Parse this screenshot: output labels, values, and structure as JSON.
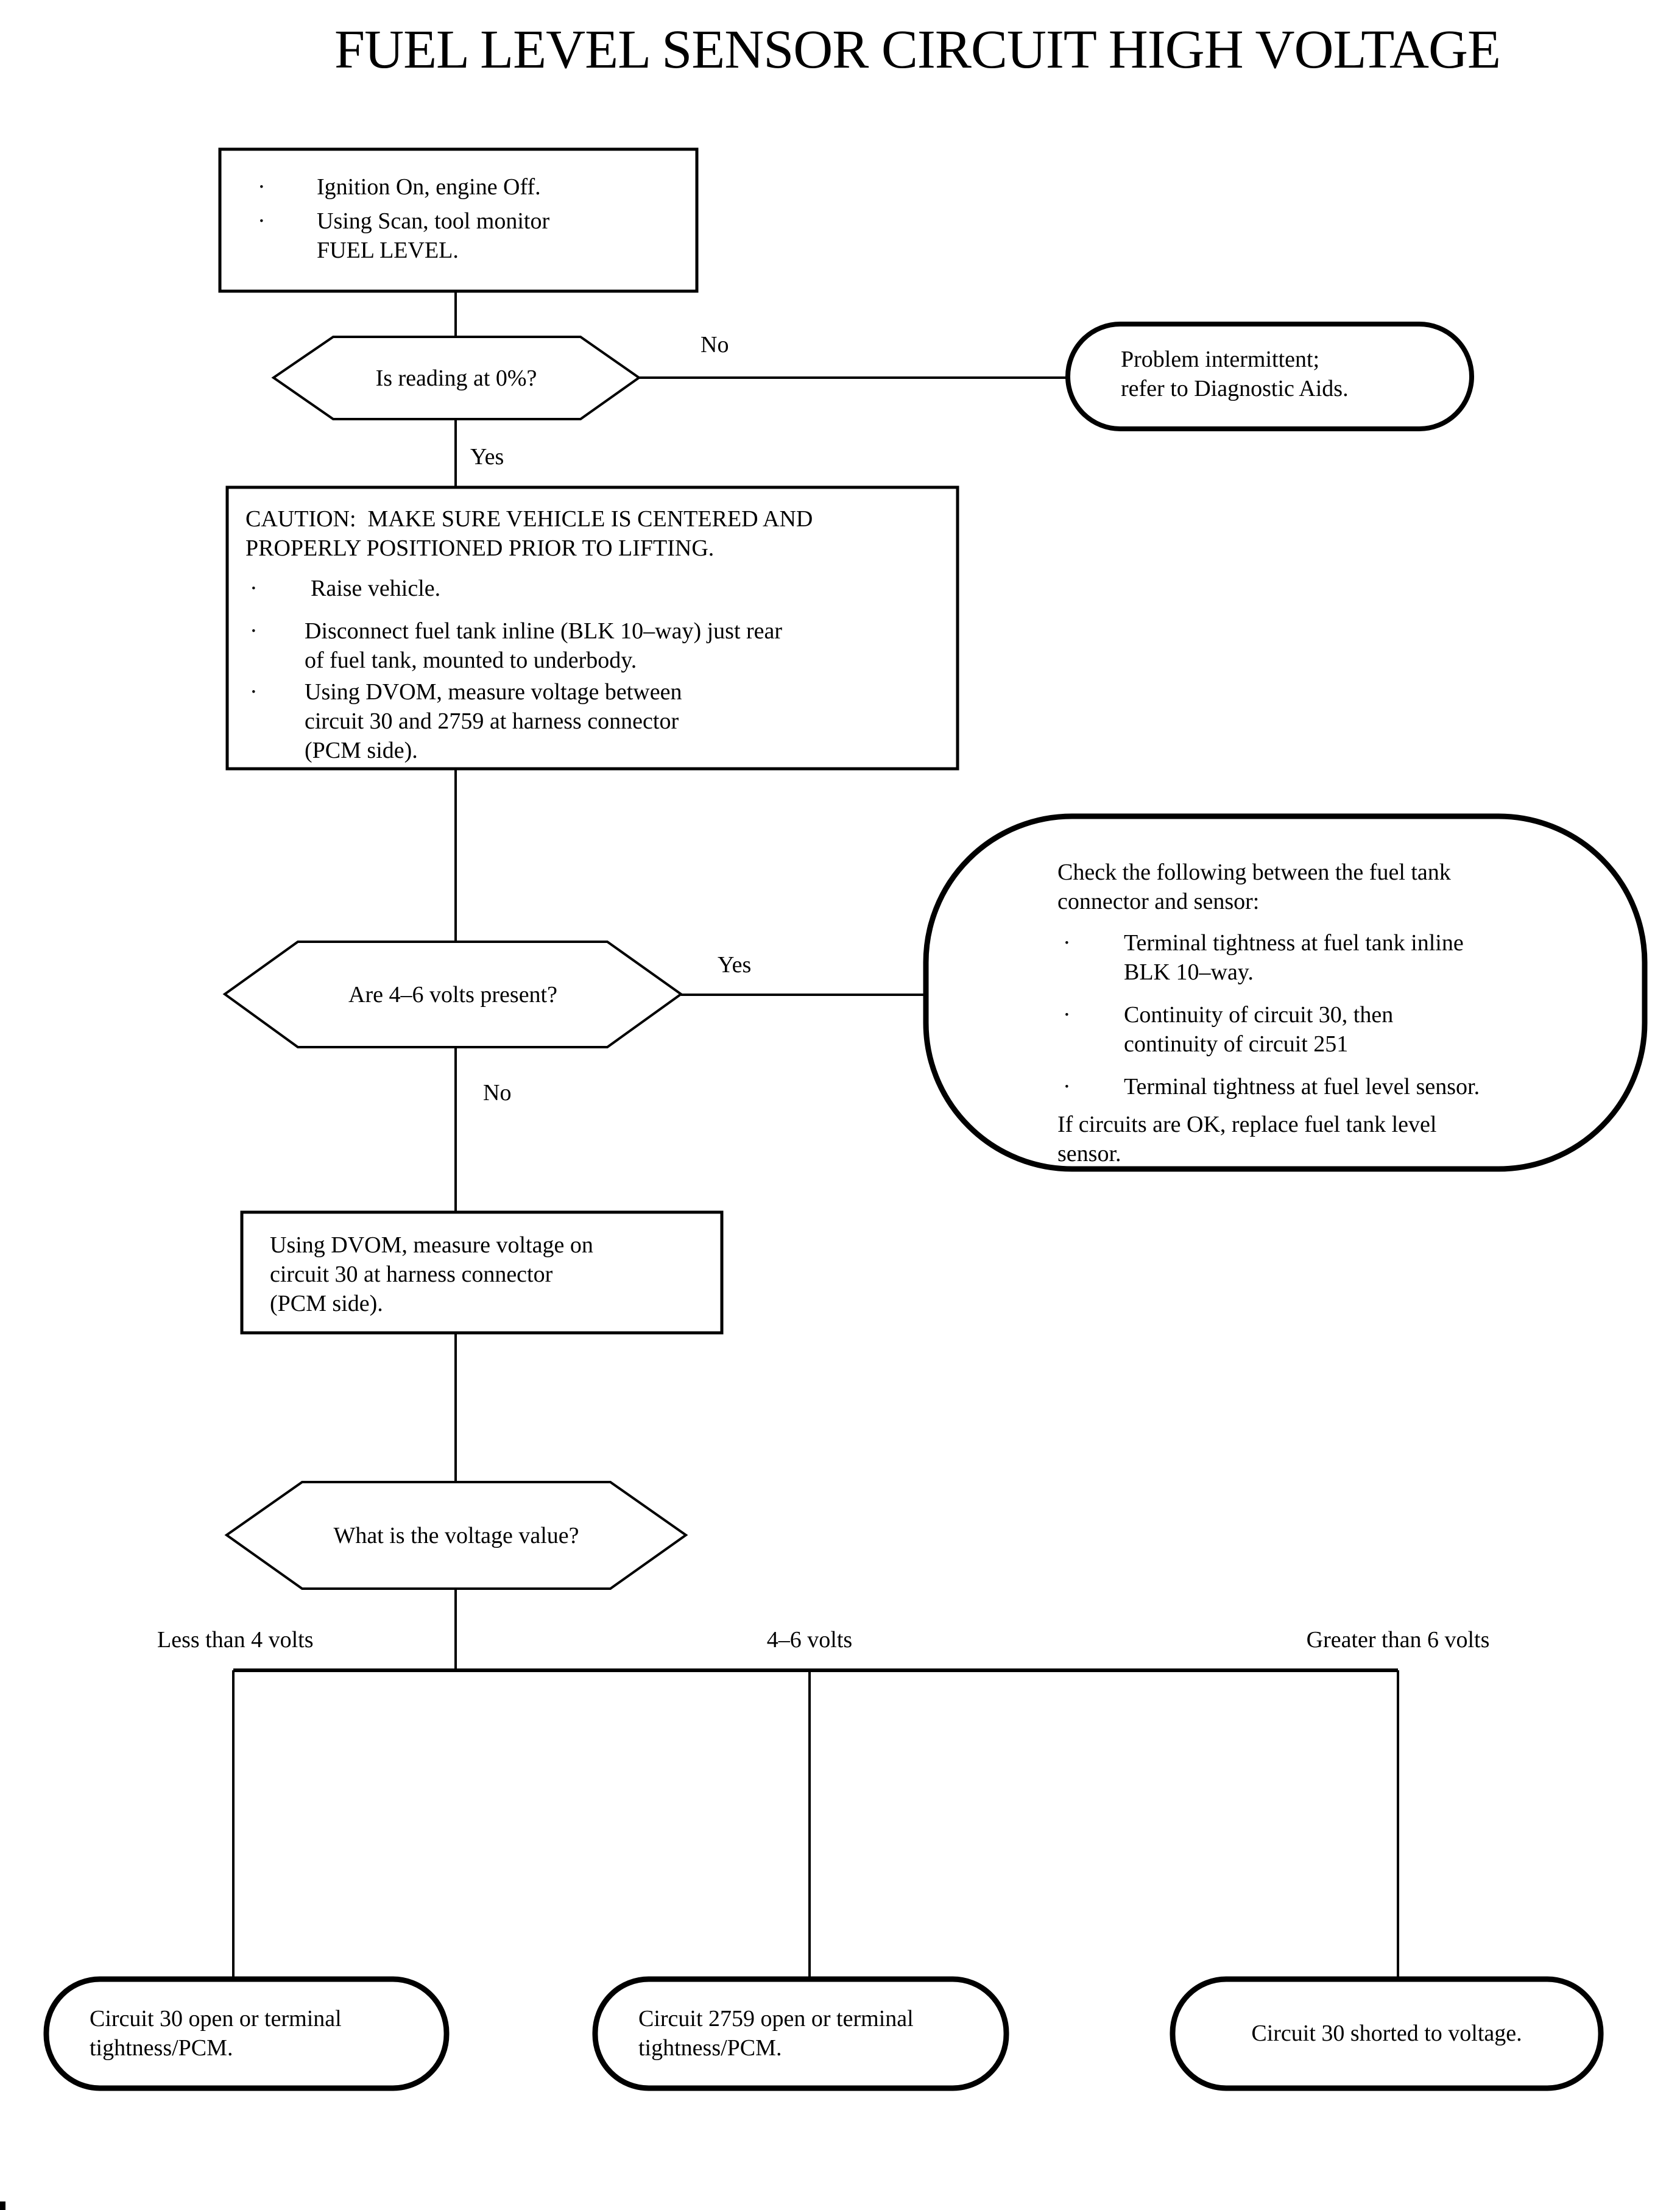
{
  "colors": {
    "ink": "#000000",
    "background": "#ffffff"
  },
  "glyphs": {
    "bullet": "·"
  },
  "title": "FUEL LEVEL SENSOR CIRCUIT HIGH VOLTAGE",
  "flow": {
    "start": {
      "items": [
        {
          "lines": [
            "Ignition On, engine Off."
          ]
        },
        {
          "lines": [
            "Using Scan, tool monitor",
            "FUEL LEVEL."
          ]
        }
      ]
    },
    "q_reading": {
      "text": "Is reading at 0%?"
    },
    "no1": "No",
    "yes1": "Yes",
    "problem": {
      "lines": [
        "Problem intermittent;",
        "refer to Diagnostic Aids."
      ]
    },
    "caution": {
      "heading": [
        "CAUTION:  MAKE SURE VEHICLE IS CENTERED AND",
        "PROPERLY POSITIONED PRIOR TO LIFTING."
      ],
      "items": [
        {
          "lines": [
            "Raise vehicle."
          ]
        },
        {
          "lines": [
            "Disconnect fuel tank inline (BLK 10–way) just rear",
            "of fuel tank, mounted to underbody."
          ]
        },
        {
          "lines": [
            "Using DVOM, measure voltage between",
            "circuit 30 and 2759 at harness connector",
            "(PCM side)."
          ]
        }
      ]
    },
    "q_volts": {
      "text": "Are 4–6 volts present?"
    },
    "yes2": "Yes",
    "no2": "No",
    "check": {
      "intro": [
        "Check the following between the fuel tank",
        "connector and sensor:"
      ],
      "items": [
        {
          "lines": [
            "Terminal tightness at fuel tank inline",
            "BLK 10–way."
          ]
        },
        {
          "lines": [
            "Continuity of circuit 30, then",
            "continuity of circuit 251"
          ]
        },
        {
          "lines": [
            "Terminal tightness at fuel level sensor."
          ]
        }
      ],
      "outro": [
        "If circuits are OK, replace fuel tank level",
        "sensor."
      ]
    },
    "measure": {
      "lines": [
        "Using DVOM, measure voltage on",
        "circuit 30 at harness connector",
        "(PCM side)."
      ]
    },
    "q_value": {
      "text": "What is the voltage value?"
    },
    "branches": {
      "left": "Less than 4 volts",
      "mid": "4–6 volts",
      "right": "Greater than 6 volts"
    },
    "result_left": {
      "lines": [
        "Circuit 30 open or terminal",
        "tightness/PCM."
      ]
    },
    "result_mid": {
      "lines": [
        "Circuit 2759 open or terminal",
        "tightness/PCM."
      ]
    },
    "result_right": {
      "lines": [
        "Circuit 30 shorted to voltage."
      ]
    }
  }
}
